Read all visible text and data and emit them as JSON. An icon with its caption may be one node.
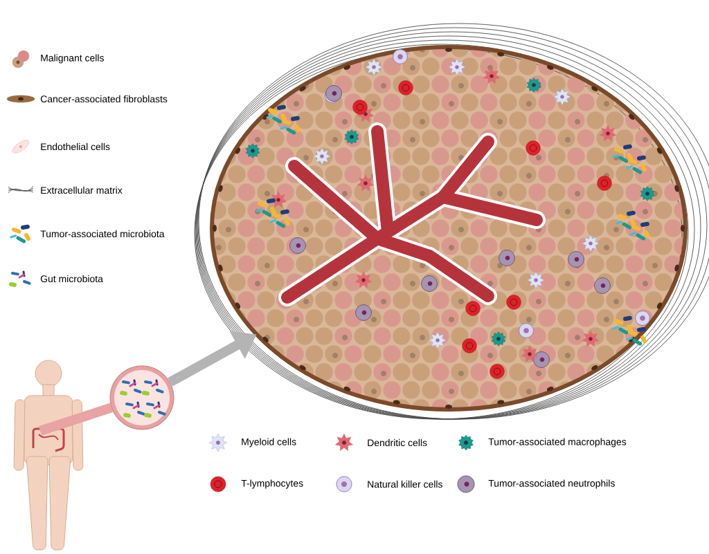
{
  "diagram": {
    "nodes": [
      {
        "text": [],
        "shape": "person"
      },
      {
        "text": [],
        "shape": "picture"
      },
      {
        "text": [],
        "shape": "picture"
      }
    ],
    "edges": [
      {
        "from": 0,
        "to": 1,
        "arrow": "none",
        "color": "#e8a3a3"
      },
      {
        "from": 1,
        "to": 2,
        "arrow": "to",
        "color": "#b4b4b4"
      }
    ],
    "legend": [
      {
        "text": "Malignant cells"
      },
      {
        "text": "Cancer-associated fibroblasts"
      },
      {
        "text": "Endothelial cells"
      },
      {
        "text": "Extracellular matrix"
      },
      {
        "text": "Tumor-associated microbiota"
      },
      {
        "text": "Gut microbiota"
      },
      {
        "text": "Myeloid cells"
      },
      {
        "text": "Dendritic cells"
      },
      {
        "text": "Tumor-associated macrophages"
      },
      {
        "text": "T-lymphocytes"
      },
      {
        "text": "Natural killer cells"
      },
      {
        "text": "Tumor-associated neutrophils"
      }
    ]
  }
}
